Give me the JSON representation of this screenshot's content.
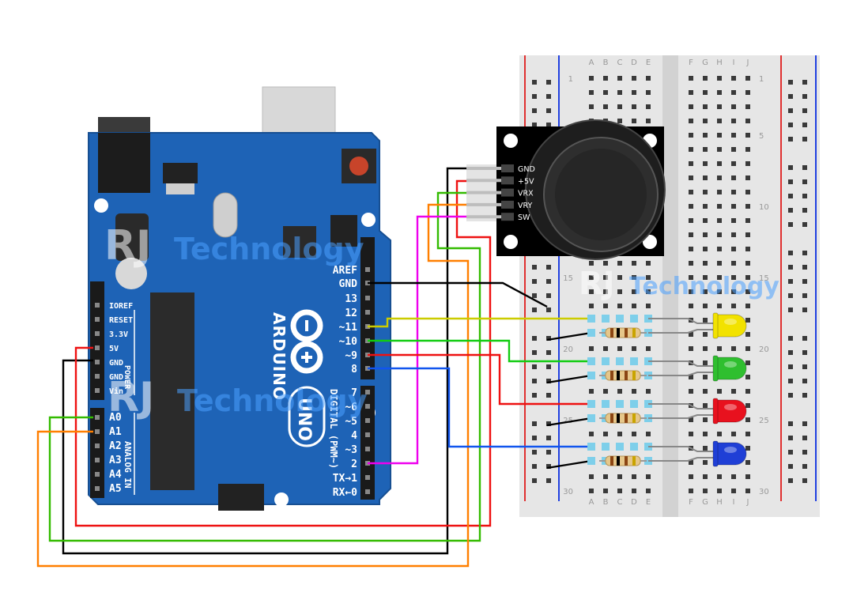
{
  "watermark": {
    "rj": "RJ",
    "word": "Technology"
  },
  "arduino": {
    "brand": "ARDUINO",
    "model": "UNO",
    "power_label": "POWER",
    "analog_label": "ANALOG IN",
    "digital_label": "DIGITAL (PWM~)",
    "power_pins": [
      "IOREF",
      "RESET",
      "3.3V",
      "5V",
      "GND",
      "GND",
      "Vin"
    ],
    "analog_pins": [
      "A0",
      "A1",
      "A2",
      "A3",
      "A4",
      "A5"
    ],
    "digital_pins": [
      "AREF",
      "GND",
      "13",
      "12",
      "~11",
      "~10",
      "~9",
      "8",
      "7",
      "~6",
      "~5",
      "4",
      "~3",
      "2",
      "TX→1",
      "RX←0"
    ]
  },
  "joystick": {
    "pins": [
      "GND",
      "+5V",
      "VRX",
      "VRY",
      "SW"
    ]
  },
  "breadboard": {
    "cols_left": [
      "A",
      "B",
      "C",
      "D",
      "E"
    ],
    "cols_right": [
      "F",
      "G",
      "H",
      "I",
      "J"
    ],
    "row_labels": [
      "1",
      "5",
      "10",
      "15",
      "20",
      "25",
      "30"
    ]
  },
  "leds": [
    {
      "name": "yellow",
      "color": "#f2e200"
    },
    {
      "name": "green",
      "color": "#2fbf2f"
    },
    {
      "name": "red",
      "color": "#e8111e"
    },
    {
      "name": "blue",
      "color": "#1f3fd6"
    }
  ],
  "wire_colors": {
    "black": "#000000",
    "red": "#ee1111",
    "green": "#33bb00",
    "orange": "#ff7f00",
    "yellow": "#cccc00",
    "lime": "#11cc11",
    "blue": "#1155ee",
    "magenta": "#ee00ee"
  }
}
